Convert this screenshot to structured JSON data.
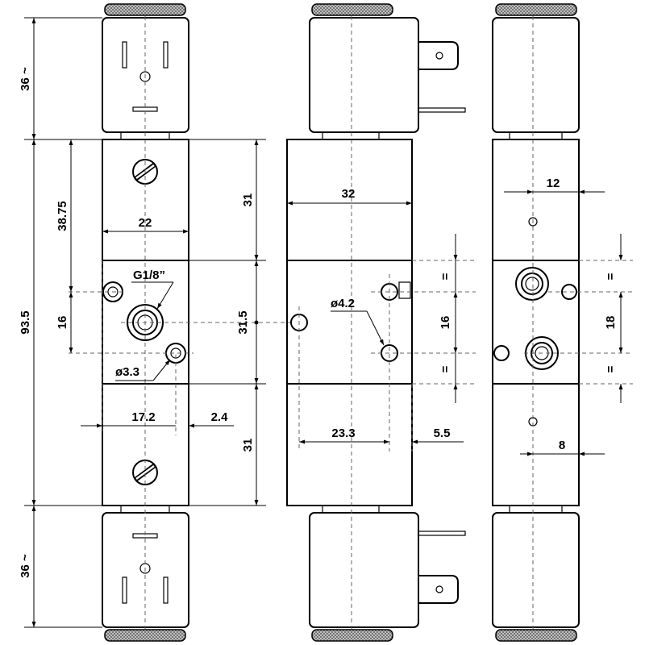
{
  "dimensions": {
    "coil_height_top": "36 ~",
    "coil_height_bottom": "36 ~",
    "body_length": "93.5",
    "screw_position": "38.75",
    "port_spacing_left": "16",
    "end_cap_width": "22",
    "port_thread": "G1/8”",
    "mount_hole_left": "ø3.3",
    "offset_a": "17.2",
    "offset_b": "2.4",
    "end_section_top": "31",
    "center_section": "31.5",
    "end_section_bottom": "31",
    "body_width": "32",
    "mount_hole_center": "ø4.2",
    "port_spacing_center": "16",
    "offset_c": "23.3",
    "offset_d": "5.5",
    "equal_mark_1": "=",
    "equal_mark_2": "=",
    "offset_e": "12",
    "port_spacing_right": "18",
    "equal_mark_3": "=",
    "equal_mark_4": "=",
    "offset_f": "8"
  }
}
